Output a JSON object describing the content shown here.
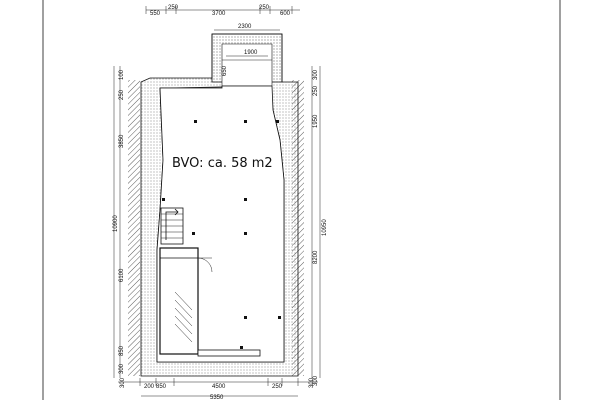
{
  "plan": {
    "area_label": "BVO: ca. 58 m2"
  },
  "dimensions": {
    "top": [
      "550",
      "250",
      "3700",
      "250",
      "600"
    ],
    "upper": [
      "2300",
      "1900",
      "650"
    ],
    "left": [
      "100",
      "250",
      "3850",
      "10900",
      "6100",
      "850",
      "300"
    ],
    "right_inner": [
      "300",
      "250",
      "1950",
      "8200",
      "300"
    ],
    "right_outer": "10950",
    "bottom": [
      "300",
      "200",
      "850",
      "4500",
      "250",
      "300"
    ],
    "bottom_total": "5350"
  }
}
